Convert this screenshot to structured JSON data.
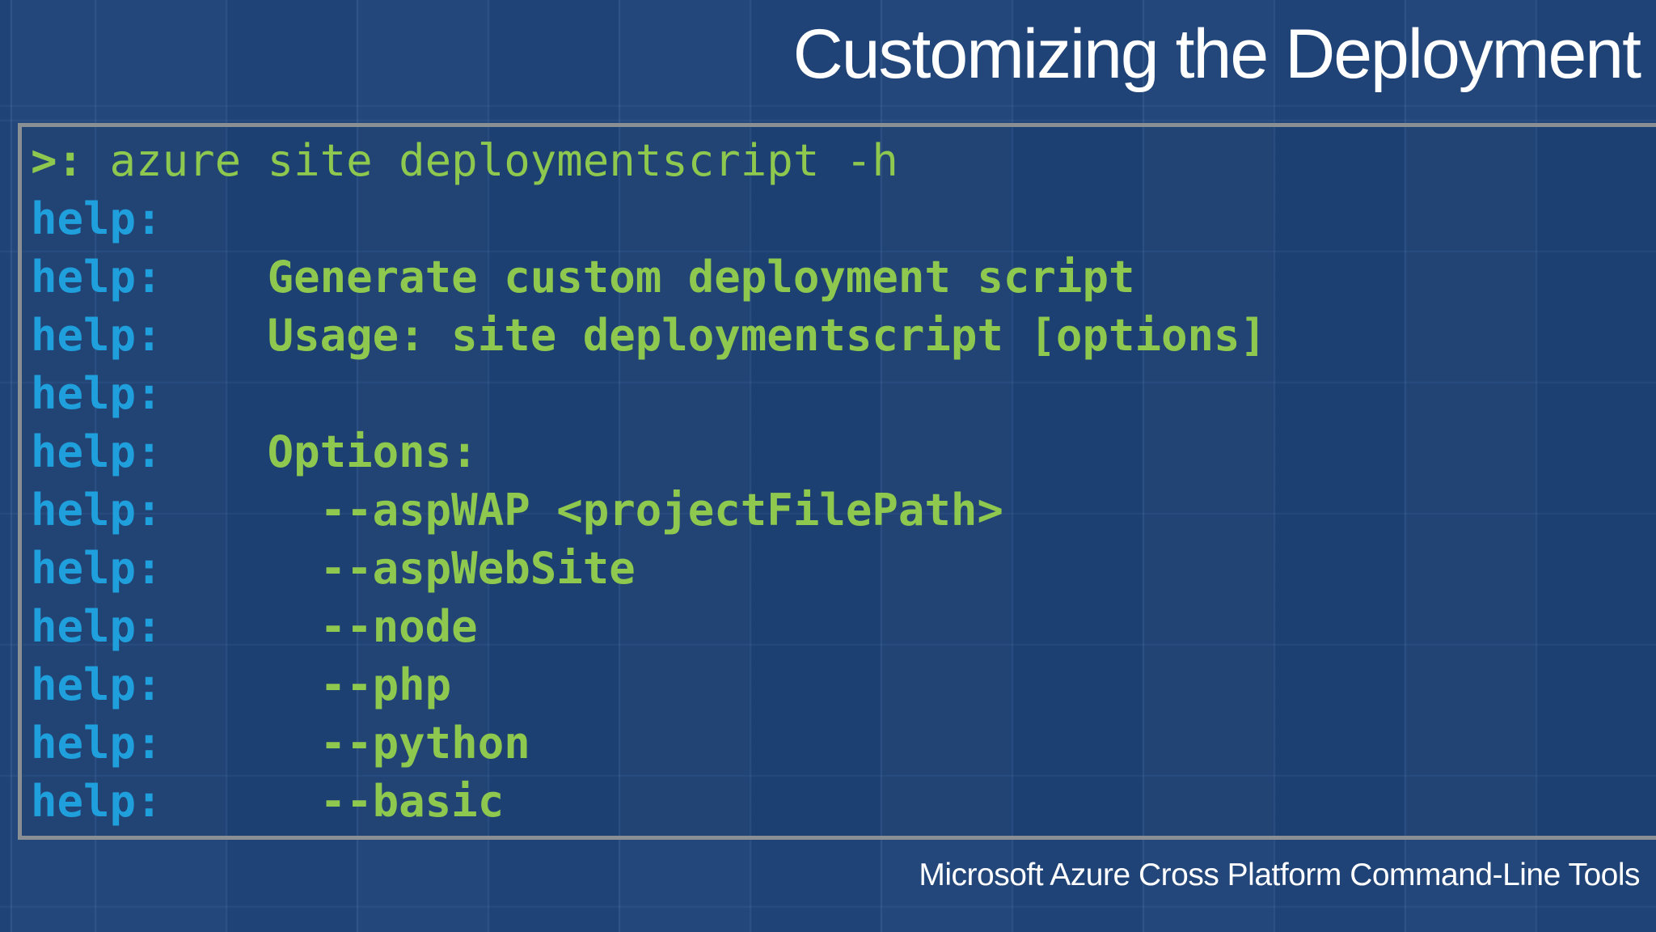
{
  "slide": {
    "title": "Customizing the Deployment",
    "footer": "Microsoft Azure Cross Platform Command-Line Tools"
  },
  "terminal": {
    "prompt": ">:",
    "command": " azure site deploymentscript -h",
    "lines": [
      {
        "prefix": "help:",
        "content": ""
      },
      {
        "prefix": "help:",
        "content": "    Generate custom deployment script"
      },
      {
        "prefix": "help:",
        "content": "    Usage: site deploymentscript [options]"
      },
      {
        "prefix": "help:",
        "content": ""
      },
      {
        "prefix": "help:",
        "content": "    Options:"
      },
      {
        "prefix": "help:",
        "content": "      --aspWAP <projectFilePath>"
      },
      {
        "prefix": "help:",
        "content": "      --aspWebSite"
      },
      {
        "prefix": "help:",
        "content": "      --node"
      },
      {
        "prefix": "help:",
        "content": "      --php"
      },
      {
        "prefix": "help:",
        "content": "      --python"
      },
      {
        "prefix": "help:",
        "content": "      --basic"
      }
    ]
  },
  "colors": {
    "background": "#1F4377",
    "terminal_border": "#8A8F94",
    "help_prefix_blue": "#1FA0DC",
    "terminal_green": "#8FC84E",
    "text_white": "#FFFFFF"
  }
}
